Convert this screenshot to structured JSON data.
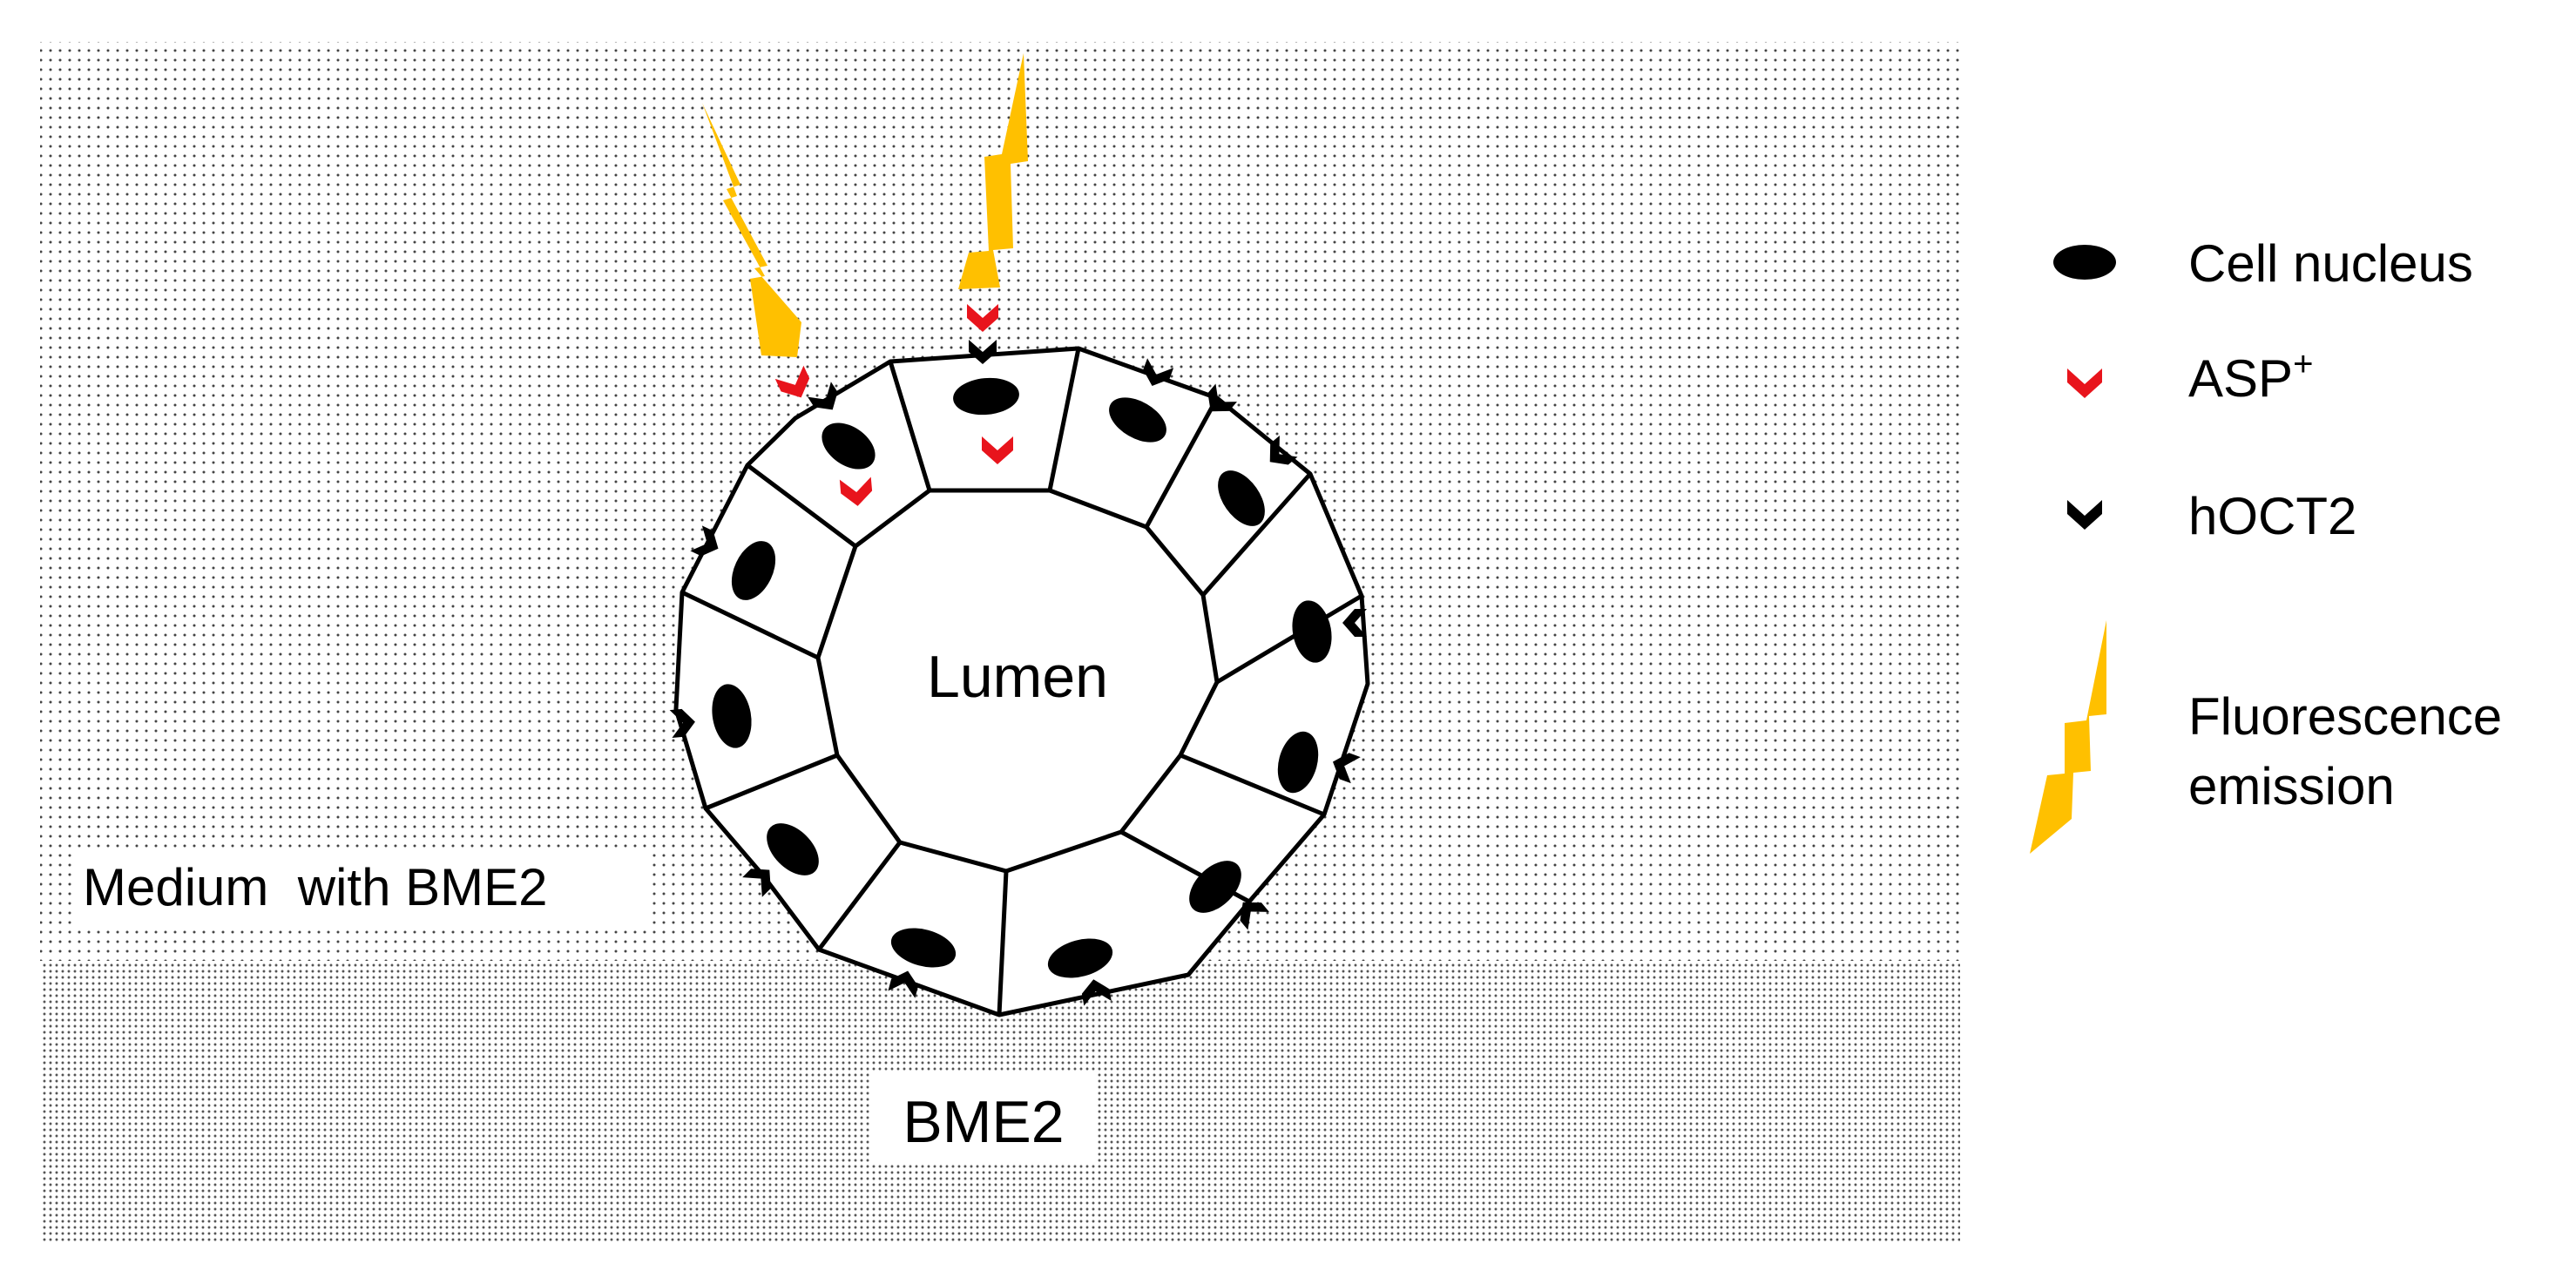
{
  "labels": {
    "lumen": "Lumen",
    "medium": "Medium  with BME2",
    "bme2": "BME2"
  },
  "legend": {
    "nucleus": "Cell nucleus",
    "asp_base": "ASP",
    "asp_sup": "+",
    "hoct2": "hOCT2",
    "fluorescence_line1": "Fluorescence",
    "fluorescence_line2": "emission"
  },
  "colors": {
    "asp": "#e8141c",
    "hoct2": "#000000",
    "fluorescence": "#ffc000",
    "nucleus": "#000000",
    "outline": "#000000"
  }
}
